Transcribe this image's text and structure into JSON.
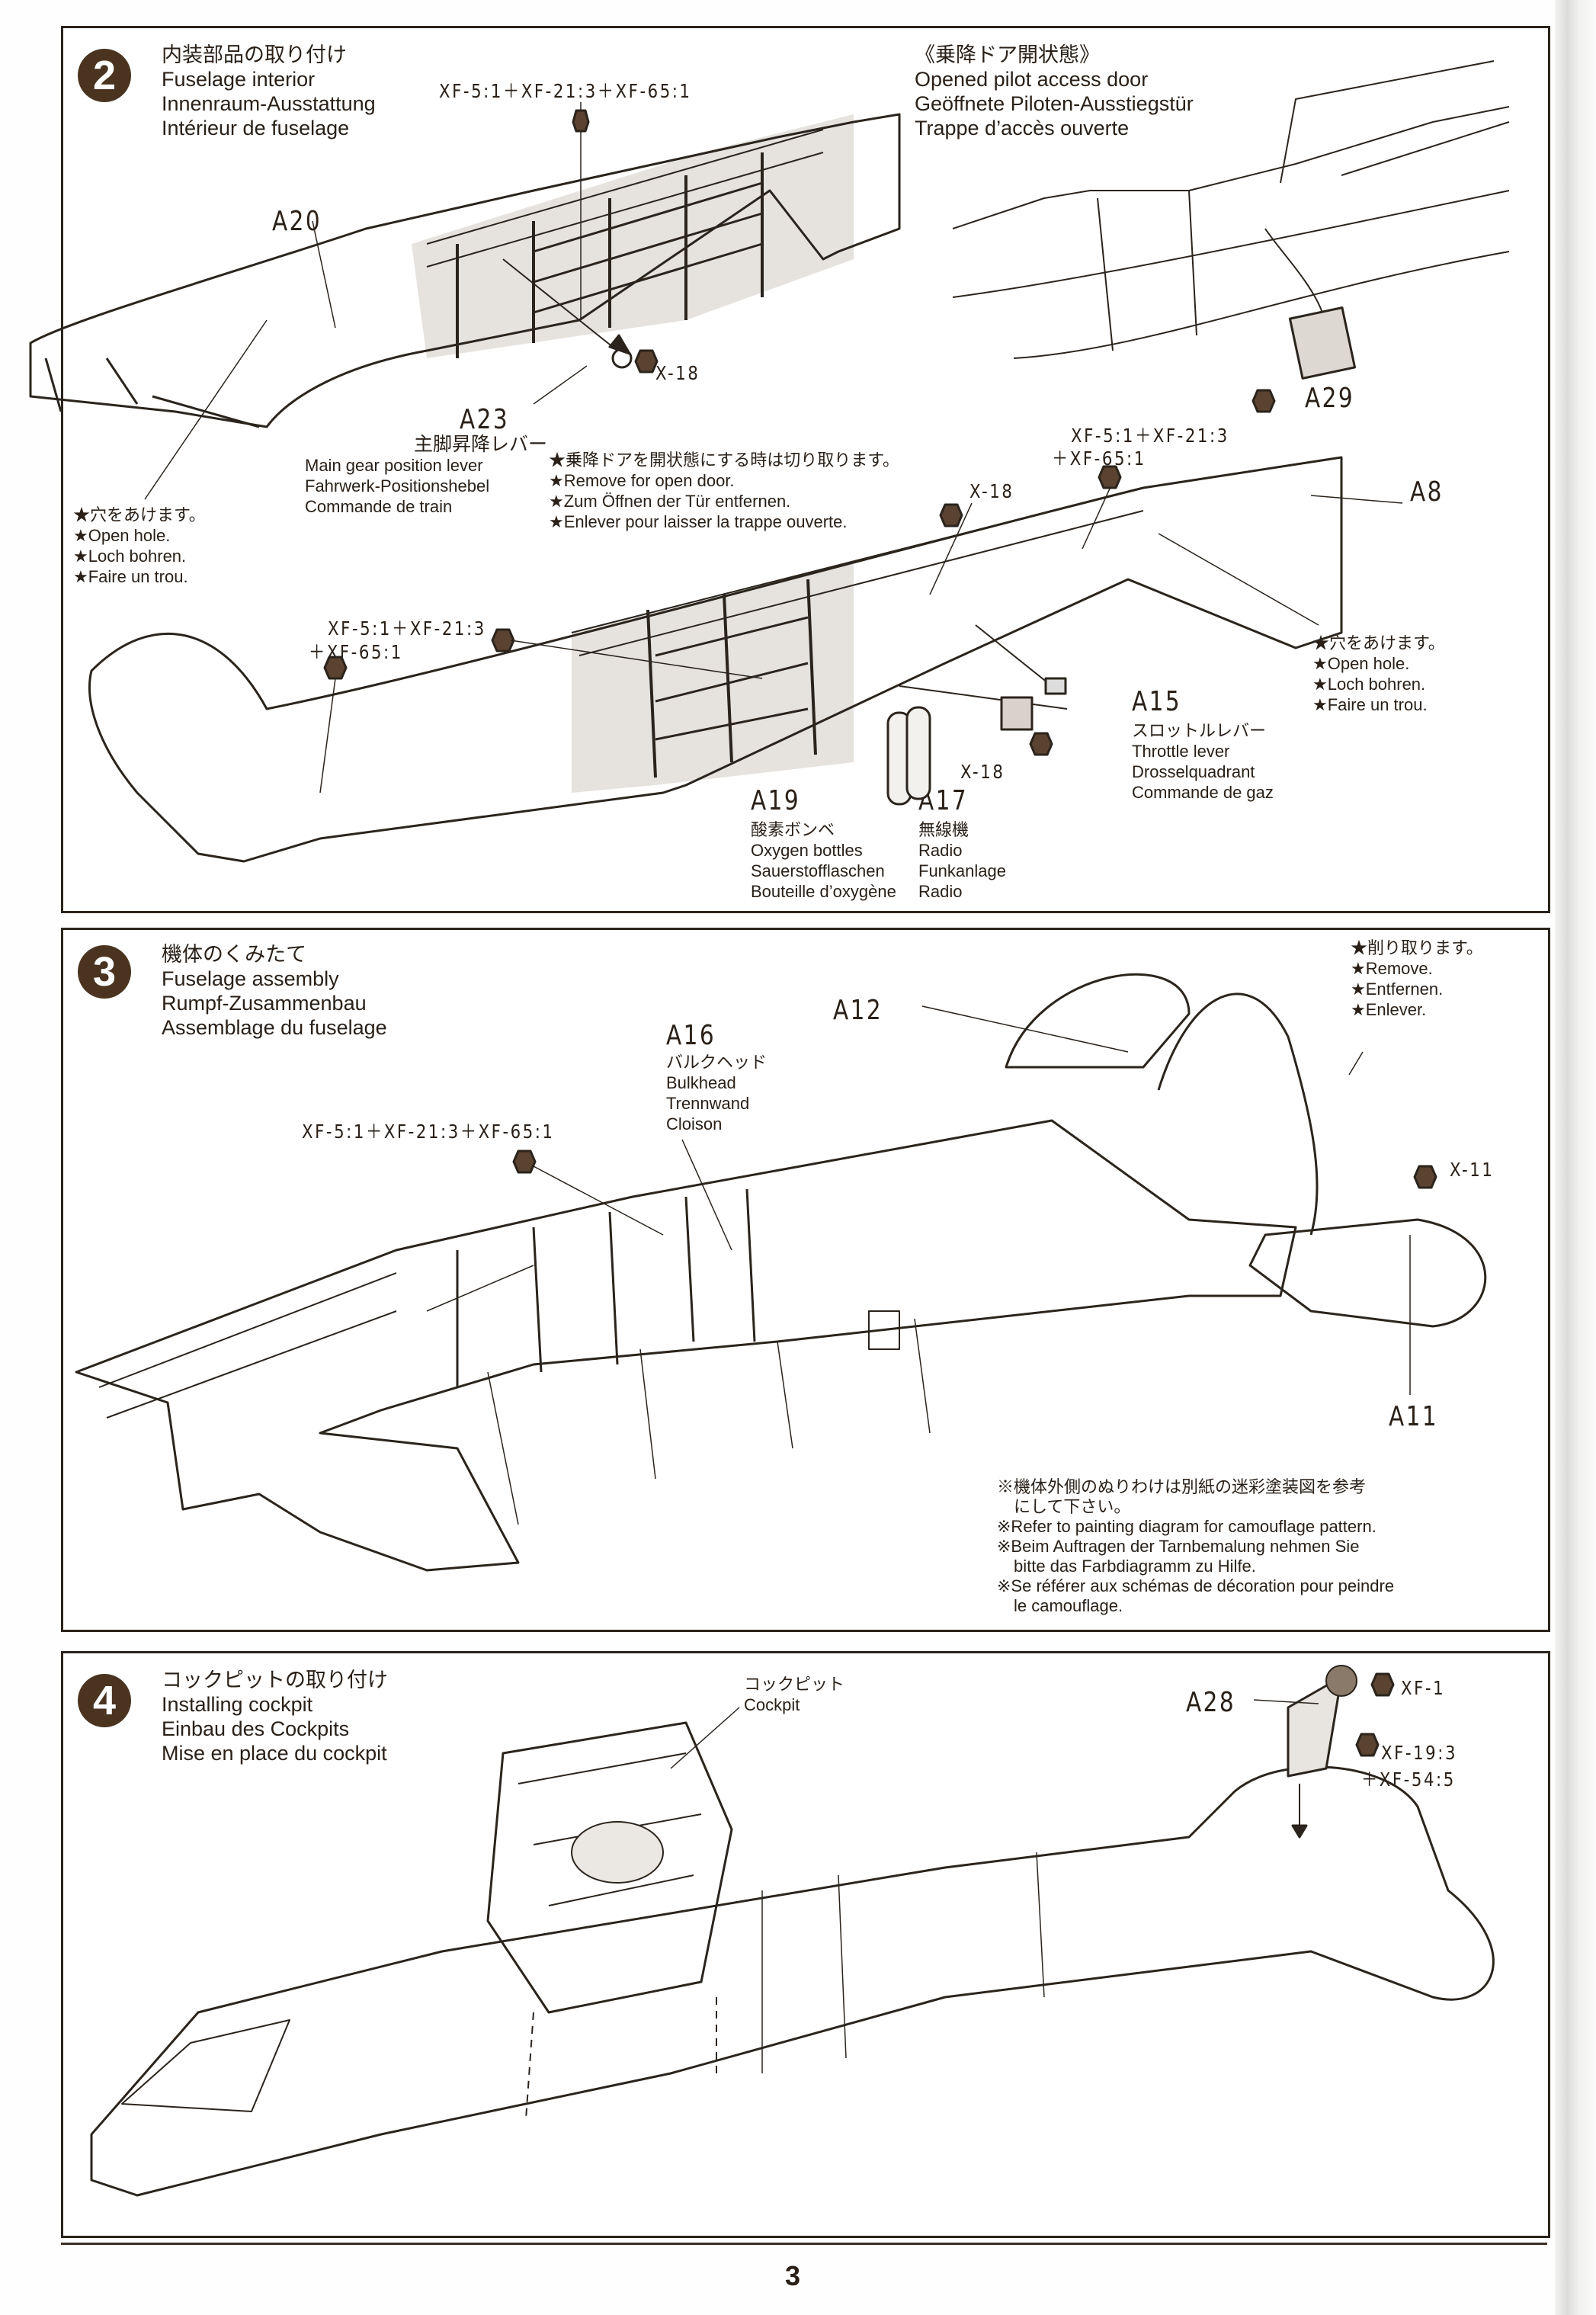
{
  "page_number": "3",
  "colors": {
    "ink": "#2a2018",
    "badge": "#4a3420",
    "paint_swatch": "#5a4330",
    "shading": "#e6e3df"
  },
  "steps": [
    {
      "number": "2",
      "title_ja": "内装部品の取り付け",
      "title_en": "Fuselage interior",
      "title_de": "Innenraum-Ausstattung",
      "title_fr": "Intérieur de fuselage",
      "paint_top": "XF-5:1＋XF-21:3＋XF-65:1",
      "inset": {
        "title_ja": "《乗降ドア開状態》",
        "title_en": "Opened pilot access door",
        "title_de": "Geöffnete Piloten-Ausstiegstür",
        "title_fr": "Trappe d’accès ouverte"
      },
      "parts": {
        "a20": "A20",
        "a23": {
          "id": "A23",
          "ja": "主脚昇降レバー",
          "en": "Main gear position lever",
          "de": "Fahrwerk-Positionshebel",
          "fr": "Commande de train"
        },
        "a29": "A29",
        "a8": "A8",
        "a15": {
          "id": "A15",
          "ja": "スロットルレバー",
          "en": "Throttle lever",
          "de": "Drosselquadrant",
          "fr": "Commande de gaz"
        },
        "a17": {
          "id": "A17",
          "ja": "無線機",
          "en": "Radio",
          "de": "Funkanlage",
          "fr": "Radio"
        },
        "a19": {
          "id": "A19",
          "ja": "酸素ボンベ",
          "en": "Oxygen bottles",
          "de": "Sauerstofflaschen",
          "fr": "Bouteille d’oxygène"
        }
      },
      "paints": {
        "x18_a": "X-18",
        "x18_b": "X-18",
        "x18_c": "X-18",
        "mix_right_l1": "XF-5:1＋XF-21:3",
        "mix_right_l2": "＋XF-65:1",
        "mix_left_l1": "XF-5:1＋XF-21:3",
        "mix_left_l2": "＋XF-65:1"
      },
      "notes": {
        "open_hole_left": [
          "★穴をあけます。",
          "★Open hole.",
          "★Loch bohren.",
          "★Faire un trou."
        ],
        "open_hole_right": [
          "★穴をあけます。",
          "★Open hole.",
          "★Loch bohren.",
          "★Faire un trou."
        ],
        "remove_door": [
          "★乗降ドアを開状態にする時は切り取ります。",
          "★Remove for open door.",
          "★Zum Öffnen der Tür entfernen.",
          "★Enlever pour laisser la trappe ouverte."
        ]
      }
    },
    {
      "number": "3",
      "title_ja": "機体のくみたて",
      "title_en": "Fuselage assembly",
      "title_de": "Rumpf-Zusammenbau",
      "title_fr": "Assemblage du fuselage",
      "parts": {
        "a12": "A12",
        "a11": "A11",
        "a16": {
          "id": "A16",
          "ja": "バルクヘッド",
          "en": "Bulkhead",
          "de": "Trennwand",
          "fr": "Cloison"
        }
      },
      "paints": {
        "mix": "XF-5:1＋XF-21:3＋XF-65:1",
        "x11": "X-11"
      },
      "notes": {
        "remove": [
          "★削り取ります。",
          "★Remove.",
          "★Entfernen.",
          "★Enlever."
        ],
        "camouflage": [
          "※機体外側のぬりわけは別紙の迷彩塗装図を参考",
          "　にして下さい。",
          "※Refer to painting diagram for camouflage pattern.",
          "※Beim Auftragen der Tarnbemalung nehmen Sie",
          "　bitte das Farbdiagramm zu Hilfe.",
          "※Se référer aux schémas de décoration pour peindre",
          "　le camouflage."
        ]
      }
    },
    {
      "number": "4",
      "title_ja": "コックピットの取り付け",
      "title_en": "Installing cockpit",
      "title_de": "Einbau des Cockpits",
      "title_fr": "Mise en place du cockpit",
      "parts": {
        "cockpit": {
          "ja": "コックピット",
          "en": "Cockpit"
        },
        "a28": "A28"
      },
      "paints": {
        "xf1": "XF-1",
        "mix_l1": "XF-19:3",
        "mix_l2": "＋XF-54:5"
      }
    }
  ]
}
